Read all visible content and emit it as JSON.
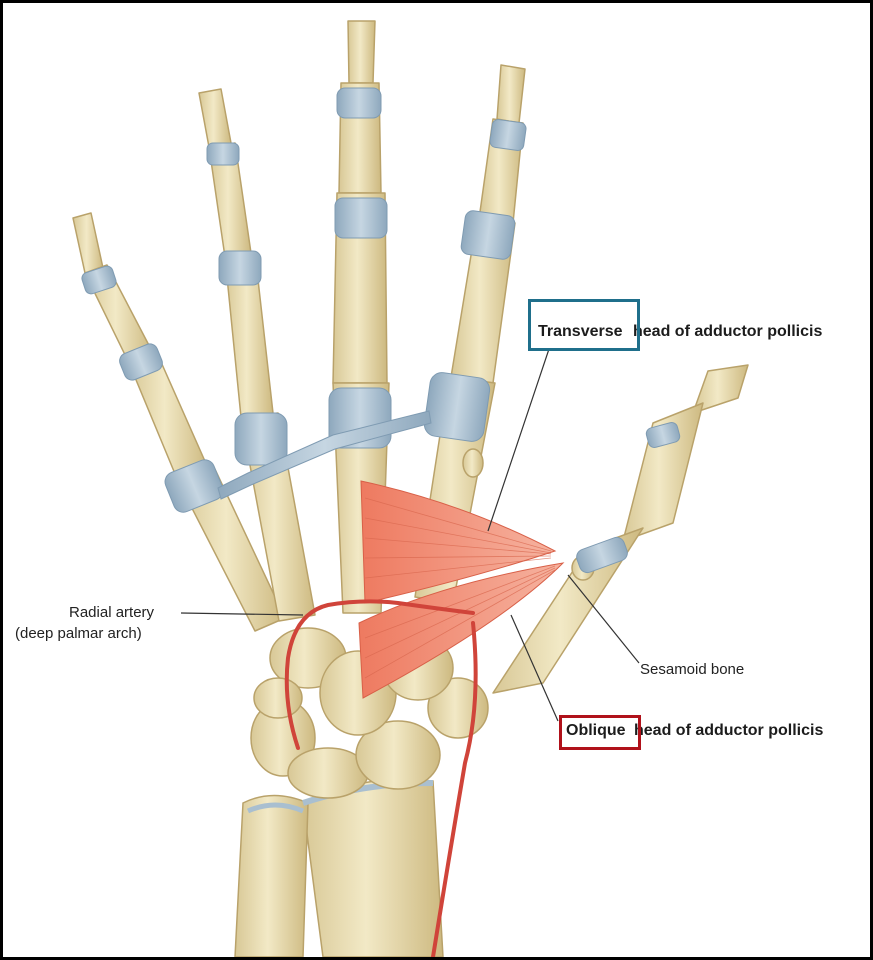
{
  "labels": {
    "transverse_word": "Transverse",
    "transverse_rest": " head of adductor pollicis",
    "oblique_word": "Oblique",
    "oblique_rest": " head of adductor pollicis",
    "radial_artery_line1": "Radial artery",
    "radial_artery_line2": "(deep palmar arch)",
    "sesamoid": "Sesamoid bone"
  },
  "colors": {
    "transverse_box": "#1f6f8b",
    "oblique_box": "#b0111a",
    "bone": "#e8dcb0",
    "ligament": "#a9bfd0",
    "muscle": "#f08a70",
    "artery": "#d0443a"
  }
}
